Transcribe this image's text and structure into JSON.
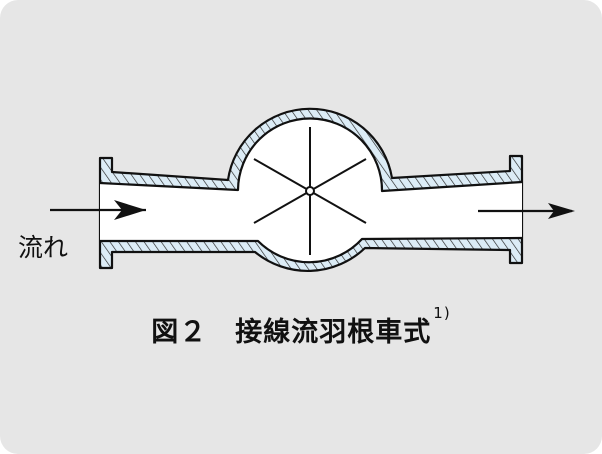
{
  "diagram": {
    "flow_label": "流れ",
    "caption": "図２　接線流羽根車式",
    "caption_note": "1)",
    "colors": {
      "background": "#e6e6e6",
      "wall_fill": "#dcecf6",
      "stroke": "#111111"
    }
  }
}
